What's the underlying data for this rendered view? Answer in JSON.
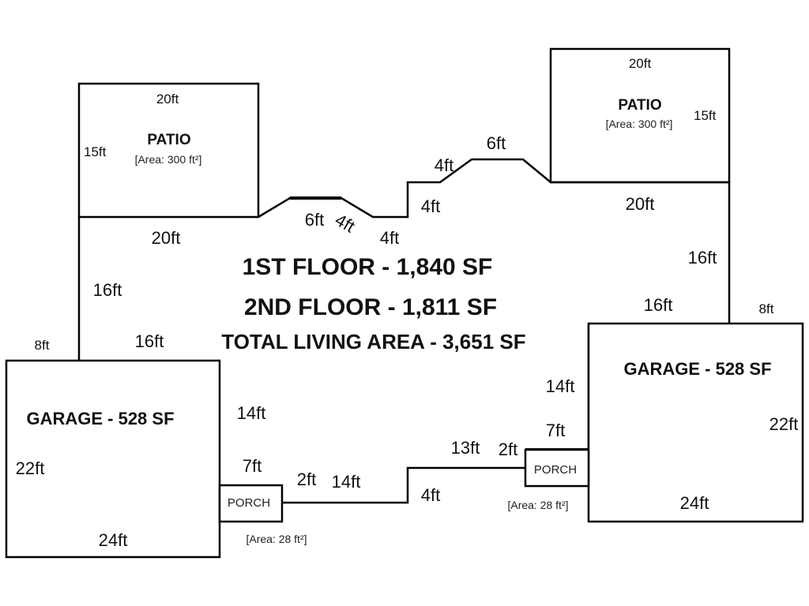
{
  "summary": {
    "first_floor": "1ST FLOOR - 1,840 SF",
    "second_floor": "2ND FLOOR - 1,811 SF",
    "total": "TOTAL LIVING AREA - 3,651 SF"
  },
  "patio_left": {
    "name": "PATIO",
    "area": "[Area: 300 ft²]",
    "width": "20ft",
    "depth": "15ft"
  },
  "patio_right": {
    "name": "PATIO",
    "area": "[Area: 300 ft²]",
    "width": "20ft",
    "depth": "15ft"
  },
  "garage_left": {
    "name": "GARAGE - 528 SF",
    "depth": "22ft",
    "width": "24ft",
    "top_offset": "8ft"
  },
  "garage_right": {
    "name": "GARAGE - 528 SF",
    "depth": "22ft",
    "width": "24ft",
    "top_offset": "8ft"
  },
  "porch_left": {
    "name": "PORCH",
    "area": "[Area: 28 ft²]",
    "width": "7ft",
    "depth": "2ft"
  },
  "porch_right": {
    "name": "PORCH",
    "area": "[Area: 28 ft²]",
    "width": "7ft",
    "depth": "2ft"
  },
  "house_dims": {
    "top_left_20": "20ft",
    "left_16a": "16ft",
    "left_16b": "16ft",
    "bump_6": "6ft",
    "bump_4_diag": "4ft",
    "bump_4_a": "4ft",
    "bump_4_b": "4ft",
    "bump_4_c": "4ft",
    "bump_6_top": "6ft",
    "top_right_20": "20ft",
    "right_16a": "16ft",
    "right_16b": "16ft",
    "left_14": "14ft",
    "right_14": "14ft",
    "bottom_14": "14ft",
    "bottom_13": "13ft",
    "bottom_4": "4ft"
  }
}
